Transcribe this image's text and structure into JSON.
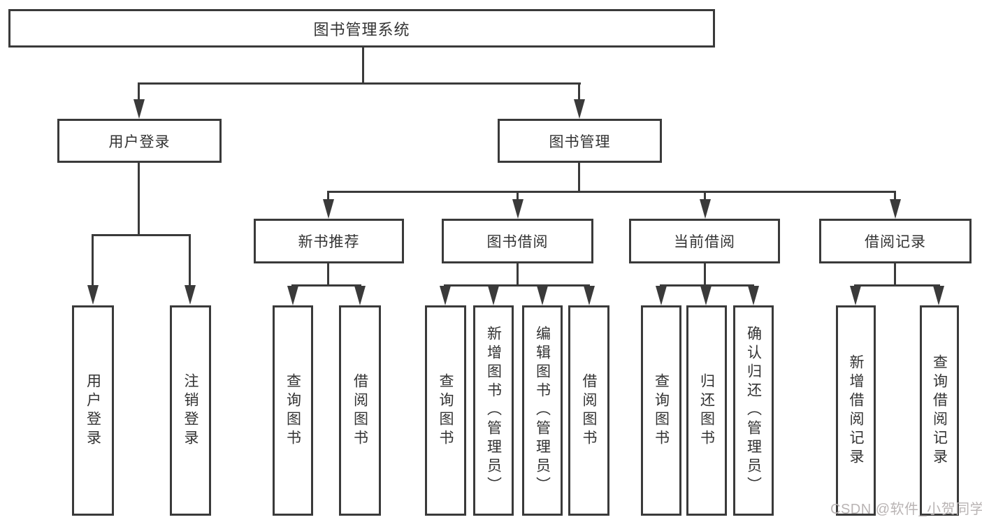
{
  "tree": {
    "root": {
      "label": "图书管理系统"
    },
    "children": [
      {
        "label": "用户登录",
        "children": [
          {
            "label": "用户登录"
          },
          {
            "label": "注销登录"
          }
        ]
      },
      {
        "label": "图书管理",
        "children": [
          {
            "label": "新书推荐",
            "children": [
              {
                "label": "查询图书"
              },
              {
                "label": "借阅图书"
              }
            ]
          },
          {
            "label": "图书借阅",
            "children": [
              {
                "label": "查询图书"
              },
              {
                "label": "新增图书（管理员）"
              },
              {
                "label": "编辑图书（管理员）"
              },
              {
                "label": "借阅图书"
              }
            ]
          },
          {
            "label": "当前借阅",
            "children": [
              {
                "label": "查询图书"
              },
              {
                "label": "归还图书"
              },
              {
                "label": "确认归还（管理员）"
              }
            ]
          },
          {
            "label": "借阅记录",
            "children": [
              {
                "label": "新增借阅记录"
              },
              {
                "label": "查询借阅记录"
              }
            ]
          }
        ]
      }
    ]
  },
  "watermark": {
    "text": "CSDN @软件_小贺同学"
  },
  "colors": {
    "line": "#3a3a3a",
    "text": "#333333",
    "watermark": "#b9b4b4",
    "background": "#ffffff"
  }
}
